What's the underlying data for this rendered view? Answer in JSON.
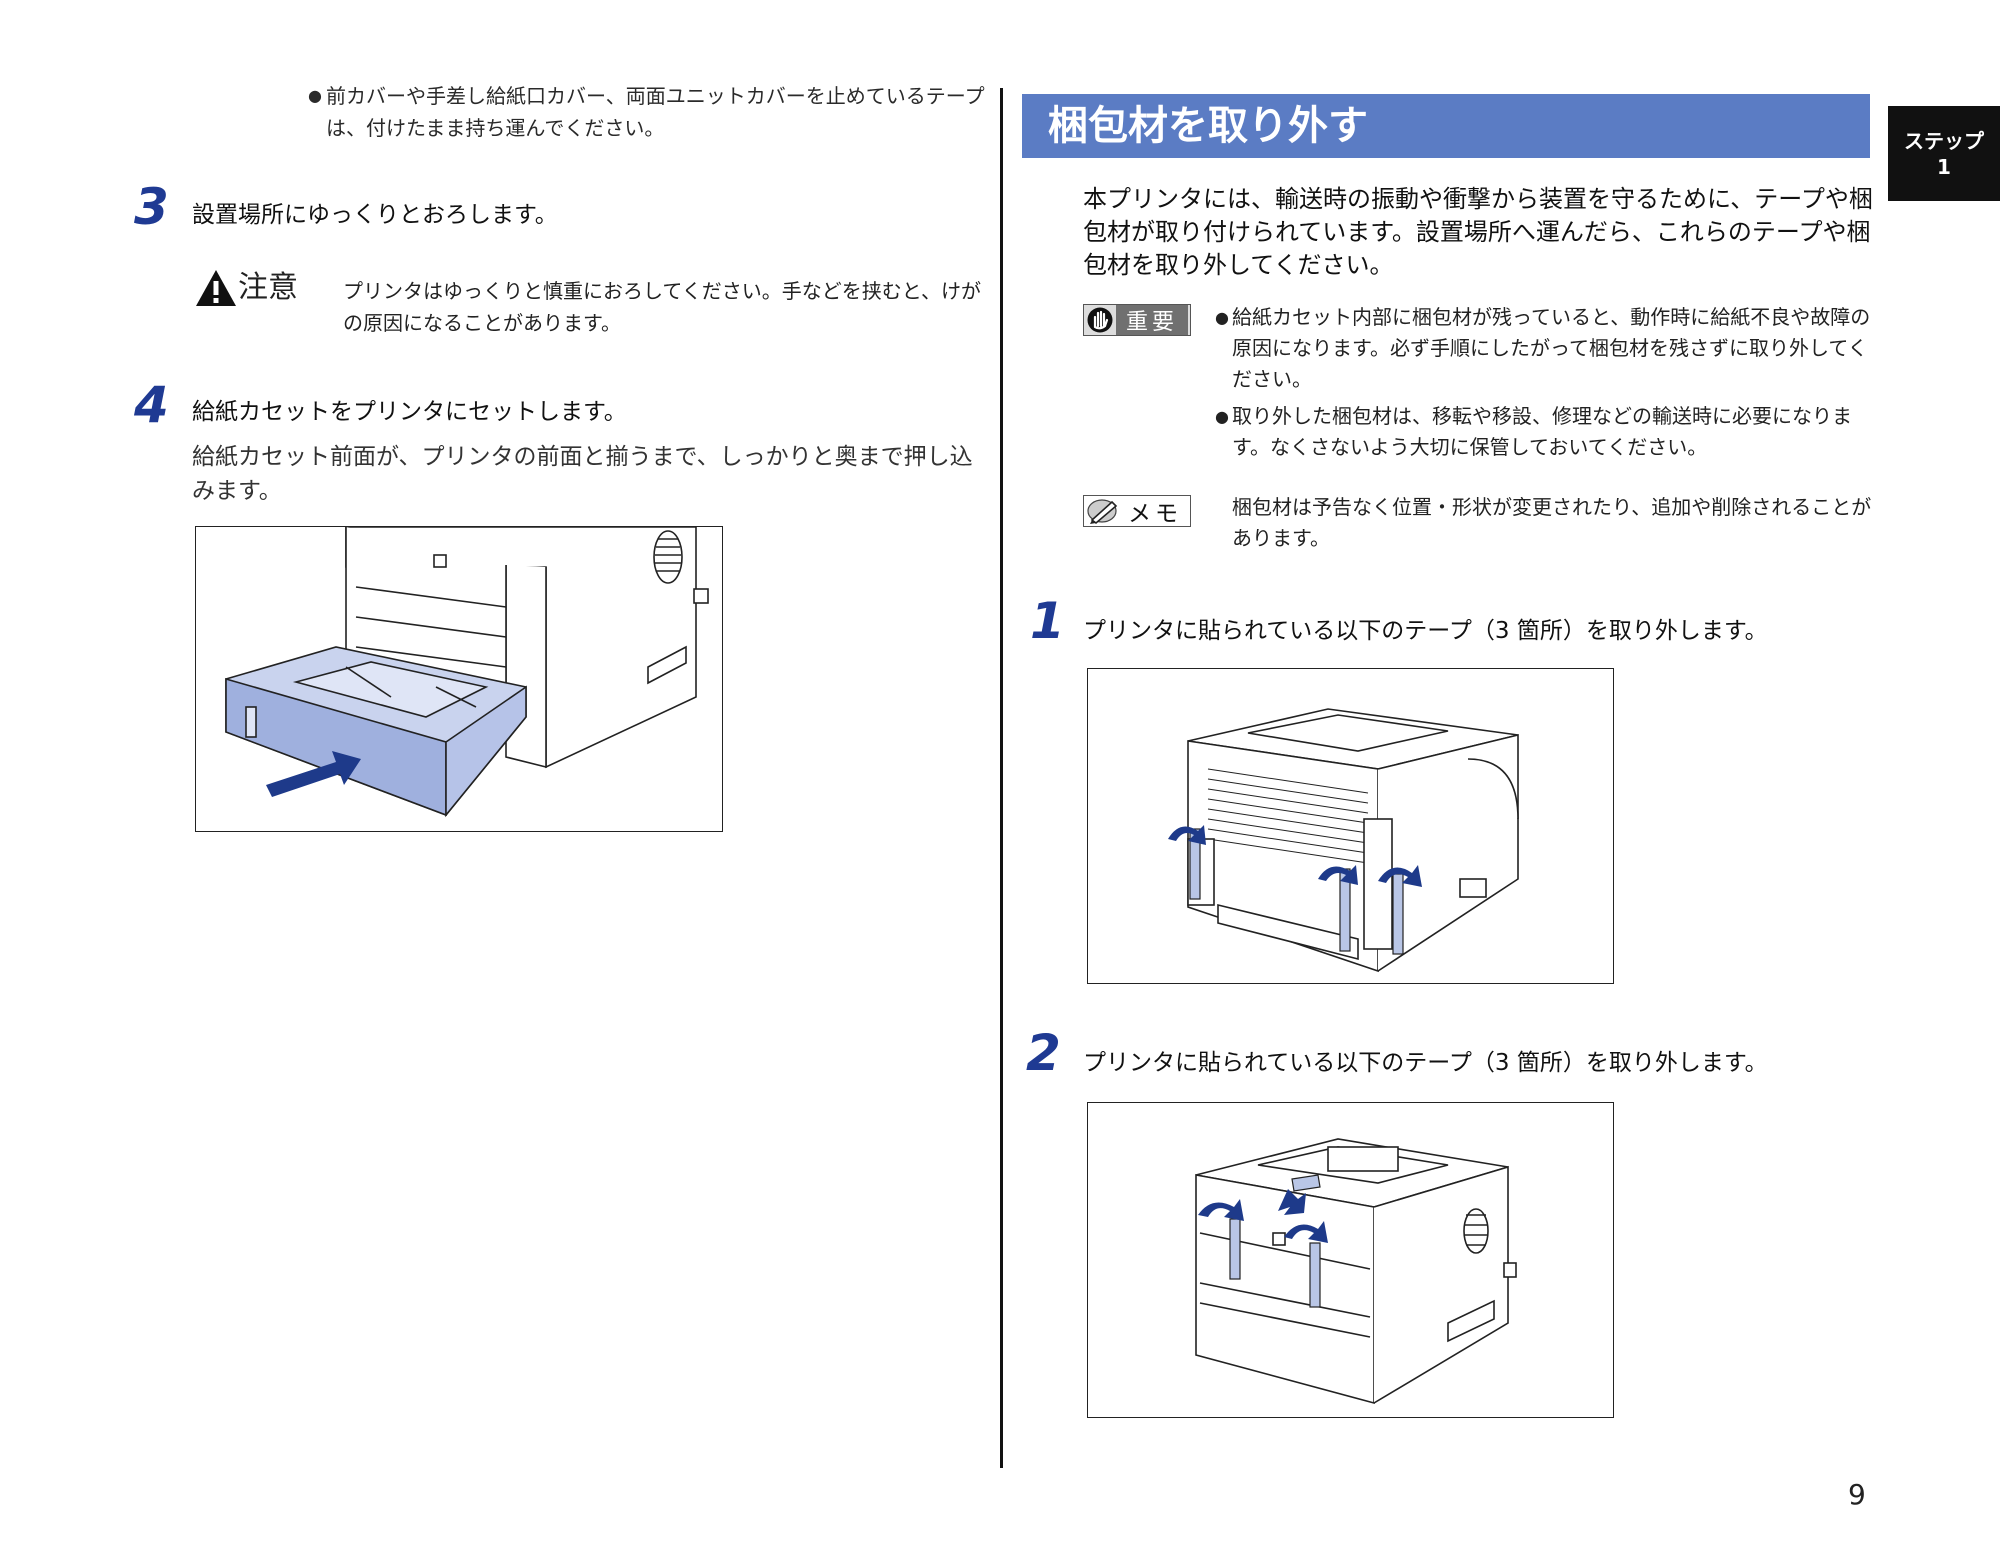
{
  "left": {
    "top_bullet": "前カバーや手差し給紙口カバー、両面ユニットカバーを止めているテープは、付けたまま持ち運んでください。",
    "step3": {
      "number": "3",
      "text": "設置場所にゆっくりとおろします。"
    },
    "caution": {
      "label": "注意",
      "text": "プリンタはゆっくりと慎重におろしてください。手などを挟むと、けがの原因になることがあります。"
    },
    "step4": {
      "number": "4",
      "text": "給紙カセットをプリンタにセットします。",
      "desc": "給紙カセット前面が、プリンタの前面と揃うまで、しっかりと奥まで押し込みます。"
    }
  },
  "right": {
    "section_title": "梱包材を取り外す",
    "side_tab": {
      "line1": "ステップ",
      "line2": "1"
    },
    "intro": "本プリンタには、輸送時の振動や衝撃から装置を守るために、テープや梱包材が取り付けられています。設置場所へ運んだら、これらのテープや梱包材を取り外してください。",
    "important": {
      "label": "重要",
      "items": [
        "給紙カセット内部に梱包材が残っていると、動作時に給紙不良や故障の原因になります。必ず手順にしたがって梱包材を残さずに取り外してください。",
        "取り外した梱包材は、移転や移設、修理などの輸送時に必要になります。なくさないよう大切に保管しておいてください。"
      ]
    },
    "memo": {
      "label": "メモ",
      "text": "梱包材は予告なく位置・形状が変更されたり、追加や削除されることがあります。"
    },
    "step1": {
      "number": "1",
      "text": "プリンタに貼られている以下のテープ（3 箇所）を取り外します。"
    },
    "step2": {
      "number": "2",
      "text": "プリンタに貼られている以下のテープ（3 箇所）を取り外します。"
    }
  },
  "page_number": "9",
  "colors": {
    "header_blue": "#5b7cc4",
    "step_blue": "#1f3a93",
    "tape_blue": "#b9c6e6",
    "arrow_navy": "#1e3a8a"
  }
}
